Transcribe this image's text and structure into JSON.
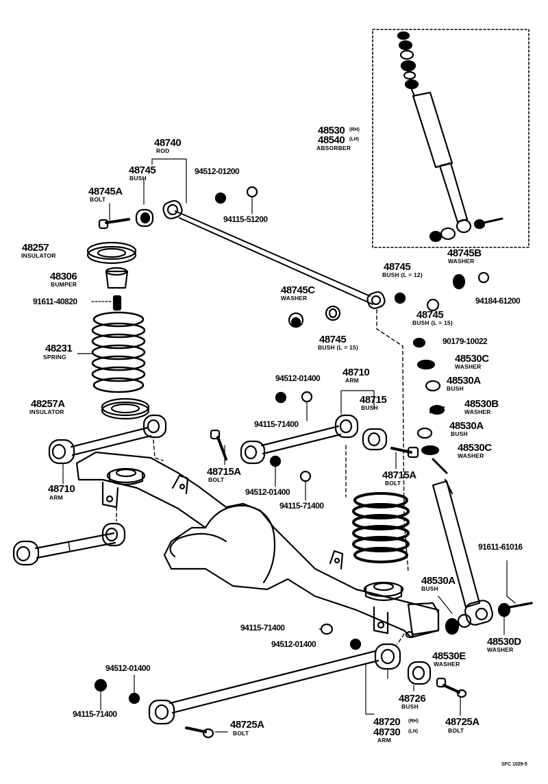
{
  "diagram": {
    "labels": {
      "rod_no": "48740",
      "rod_name": "ROD",
      "bush_48745_top_no": "48745",
      "bush_48745_top_name": "BUSH",
      "bolt_48745A_no": "48745A",
      "bolt_48745A_name": "BOLT",
      "nut_94512_01200": "94512-01200",
      "washer_94115_51200": "94115-51200",
      "insulator_48257_no": "48257",
      "insulator_48257_name": "INSULATOR",
      "bumper_48306_no": "48306",
      "bumper_48306_name": "BUMPER",
      "bolt_91611_40820": "91611-40820",
      "spring_48231_no": "48231",
      "spring_48231_name": "SPRING",
      "insulator_48257A_no": "48257A",
      "insulator_48257A_name": "INSULATOR",
      "absorber_rh_no": "48530",
      "absorber_rh_tag": "(RH)",
      "absorber_lh_no": "48540",
      "absorber_lh_tag": "(LH)",
      "absorber_name": "ABSORBER",
      "washer_48745B_no": "48745B",
      "washer_48745B_name": "WASHER",
      "bush_l12_no": "48745",
      "bush_l12_name": "BUSH (L = 12)",
      "nut_94184_61200": "94184-61200",
      "bush_l15_right_no": "48745",
      "bush_l15_right_name": "BUSH (L = 15)",
      "washer_48745C_no": "48745C",
      "washer_48745C_name": "WASHER",
      "bush_l15_mid_no": "48745",
      "bush_l15_mid_name": "BUSH (L = 15)",
      "nut_90179_10022": "90179-10022",
      "washer_48530C_top_no": "48530C",
      "washer_48530C_top_name": "WASHER",
      "bush_48530A_top_no": "48530A",
      "bush_48530A_top_name": "BUSH",
      "washer_48530B_no": "48530B",
      "washer_48530B_name": "WASHER",
      "bush_48530A_mid_no": "48530A",
      "bush_48530A_mid_name": "BUSH",
      "washer_48530C_mid_no": "48530C",
      "washer_48530C_mid_name": "WASHER",
      "nut_94512_01400_top": "94512-01400",
      "arm_48710_upper_no": "48710",
      "arm_48710_upper_name": "ARM",
      "bush_48715_no": "48715",
      "bush_48715_name": "BUSH",
      "washer_94115_71400_top": "94115-71400",
      "bolt_48715A_left_no": "48715A",
      "bolt_48715A_left_name": "BOLT",
      "bolt_48715A_right_no": "48715A",
      "bolt_48715A_right_name": "BOLT",
      "nut_94512_01400_mid": "94512-01400",
      "washer_94115_71400_mid": "94115-71400",
      "arm_48710_left_no": "48710",
      "arm_48710_left_name": "ARM",
      "bolt_91611_61016": "91611-61016",
      "bush_48530A_low_no": "48530A",
      "bush_48530A_low_name": "BUSH",
      "washer_48530E_no": "48530E",
      "washer_48530E_name": "WASHER",
      "washer_48530D_no": "48530D",
      "washer_48530D_name": "WASHER",
      "washer_94115_71400_low": "94115-71400",
      "nut_94512_01400_low": "94512-01400",
      "nut_94512_01400_bl": "94512-01400",
      "washer_94115_71400_bl": "94115-71400",
      "bush_48726_no": "48726",
      "bush_48726_name": "BUSH",
      "arm_rh_no": "48720",
      "arm_rh_tag": "(RH)",
      "arm_lh_no": "48730",
      "arm_lh_tag": "(LH)",
      "arm_low_name": "ARM",
      "bolt_48725A_left_no": "48725A",
      "bolt_48725A_left_name": "BOLT",
      "bolt_48725A_right_no": "48725A",
      "bolt_48725A_right_name": "BOLT",
      "figure_code": "SFC 1029-5"
    }
  }
}
